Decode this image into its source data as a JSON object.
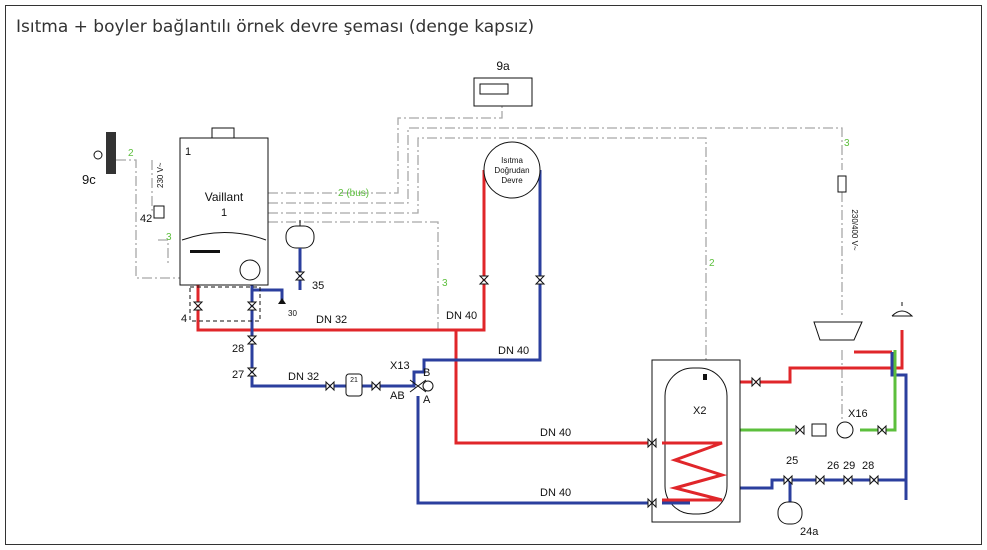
{
  "title": "Isıtma + boyler bağlantılı örnek devre şeması (denge kapsız)",
  "boiler": {
    "brand": "Vaillant",
    "number": "1",
    "corner": "1"
  },
  "circuit": {
    "line1": "Isıtma",
    "line2": "Doğrudan",
    "line3": "Devre"
  },
  "labels": {
    "c9a": "9a",
    "c9c": "9c",
    "c42": "42",
    "c35": "35",
    "c30": "30",
    "c4": "4",
    "c28a": "28",
    "c27": "27",
    "c21": "21",
    "x13": "X13",
    "b": "B",
    "ab": "AB",
    "a": "A",
    "x2": "X2",
    "x16": "X16",
    "c25": "25",
    "c26": "26",
    "c29": "29",
    "c28b": "28",
    "c24a": "24a"
  },
  "voltages": {
    "v1": "230 V~",
    "v2": "230/400 V~"
  },
  "pipes": {
    "dn32a": "DN 32",
    "dn32b": "DN 32",
    "dn40a": "DN 40",
    "dn40b": "DN 40",
    "dn40c": "DN 40",
    "dn40d": "DN 40"
  },
  "wires": {
    "w2bus": "2 (bus)",
    "w2a": "2",
    "w2b": "2",
    "w3a": "3",
    "w3b": "3",
    "w3c": "3"
  },
  "colors": {
    "flow": "#e0262a",
    "return": "#2b3f9e",
    "cold": "#5cbf3c",
    "wiring": "#a8a8a8"
  }
}
